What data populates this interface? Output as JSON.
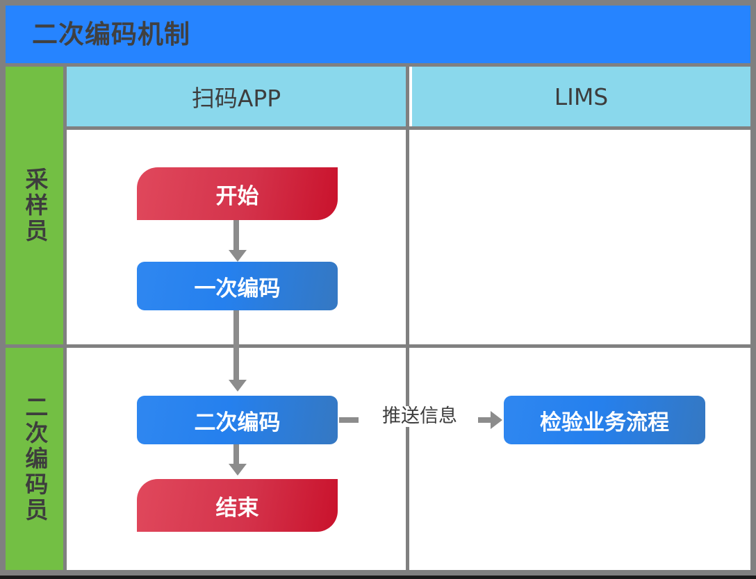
{
  "title": {
    "text": "二次编码机制"
  },
  "lanes": {
    "column_header_blank": "",
    "columns": [
      {
        "id": "app",
        "label": "扫码APP"
      },
      {
        "id": "lims",
        "label": "LIMS"
      }
    ],
    "rows": [
      {
        "id": "sampler",
        "label": "采样员"
      },
      {
        "id": "recoder",
        "label": "二次编码员"
      }
    ]
  },
  "nodes": [
    {
      "id": "start",
      "label": "开始",
      "type": "terminator",
      "lane": "app",
      "row": "sampler"
    },
    {
      "id": "code1",
      "label": "一次编码",
      "type": "process",
      "lane": "app",
      "row": "sampler"
    },
    {
      "id": "code2",
      "label": "二次编码",
      "type": "process",
      "lane": "app",
      "row": "recoder"
    },
    {
      "id": "end",
      "label": "结束",
      "type": "terminator",
      "lane": "app",
      "row": "recoder"
    },
    {
      "id": "lims",
      "label": "检验业务流程",
      "type": "process",
      "lane": "lims",
      "row": "recoder"
    }
  ],
  "connectors": [
    {
      "from": "start",
      "to": "code1",
      "label": ""
    },
    {
      "from": "code1",
      "to": "code2",
      "label": ""
    },
    {
      "from": "code2",
      "to": "end",
      "label": ""
    },
    {
      "from": "code2",
      "to": "lims",
      "label": "推送信息"
    }
  ],
  "colors": {
    "title_bar": "#2684ff",
    "role_column": "#73bf44",
    "lane_header": "#8ad8ec",
    "grid_line": "#808080",
    "connector": "#8c8c8c",
    "terminator": "#d4334b",
    "process": "#2580ee",
    "canvas": "#ffffff",
    "text_dark": "#3d3d3d",
    "text_light": "#ffffff"
  }
}
